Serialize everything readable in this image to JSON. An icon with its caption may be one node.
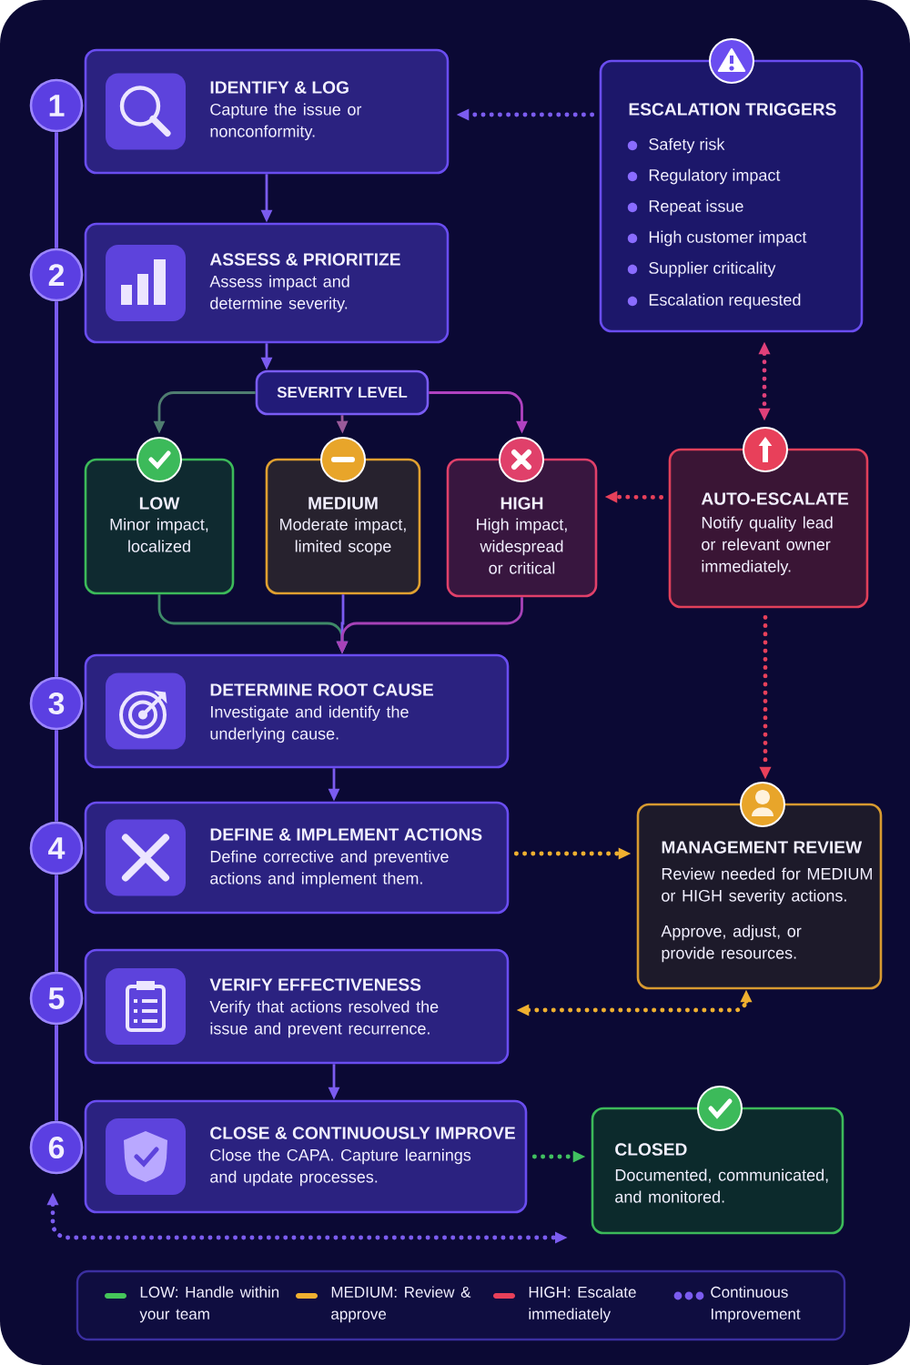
{
  "diagram": {
    "nodes": [
      {
        "text": [
          "1"
        ]
      },
      {
        "text": [
          "IDENTIFY & LOG",
          "Capture the issue or nonconformity."
        ]
      },
      {
        "text": [
          "ESCALATION TRIGGERS",
          "Safety risk",
          "Regulatory impact",
          "Repeat issue",
          "High customer impact",
          "Supplier criticality",
          "Escalation requested"
        ]
      },
      {
        "text": [
          "2"
        ]
      },
      {
        "text": [
          "ASSESS & PRIORITIZE",
          "Assess impact and determine severity."
        ]
      },
      {
        "text": [
          "SEVERITY LEVEL"
        ]
      },
      {
        "text": [
          "LOW",
          "Minor impact, localized"
        ]
      },
      {
        "text": [
          "MEDIUM",
          "Moderate impact, limited scope"
        ]
      },
      {
        "text": [
          "HIGH",
          "High impact, widespread or critical"
        ]
      },
      {
        "text": [
          "AUTO-ESCALATE",
          "Notify quality lead or relevant owner immediately."
        ]
      },
      {
        "text": [
          "3"
        ]
      },
      {
        "text": [
          "DETERMINE ROOT CAUSE",
          "Investigate and identify the underlying cause."
        ]
      },
      {
        "text": [
          "4"
        ]
      },
      {
        "text": [
          "DEFINE & IMPLEMENT ACTIONS",
          "Define corrective and preventive actions and implement them."
        ]
      },
      {
        "text": [
          "MANAGEMENT REVIEW",
          "Review needed for MEDIUM or HIGH severity actions.",
          "Approve, adjust, or provide resources."
        ]
      },
      {
        "text": [
          "5"
        ]
      },
      {
        "text": [
          "VERIFY EFFECTIVENESS",
          "Verify that actions resolved the issue and prevent recurrence."
        ]
      },
      {
        "text": [
          "6"
        ]
      },
      {
        "text": [
          "CLOSE & CONTINUOUSLY IMPROVE",
          "Close the CAPA. Capture learnings and update processes."
        ]
      },
      {
        "text": [
          "CLOSED",
          "Documented, communicated, and monitored."
        ]
      }
    ],
    "edges": [
      {
        "from": 1,
        "to": 4,
        "arrow": "to"
      },
      {
        "from": 2,
        "to": 1,
        "arrow": "to",
        "style": "dashed"
      },
      {
        "from": 4,
        "to": 5,
        "arrow": "to"
      },
      {
        "from": 5,
        "to": 6,
        "arrow": "to",
        "color": "#4f7d70"
      },
      {
        "from": 5,
        "to": 7,
        "arrow": "to",
        "color": "#9a5a9a"
      },
      {
        "from": 5,
        "to": 8,
        "arrow": "to",
        "color": "#b042c0"
      },
      {
        "from": 6,
        "to": 11,
        "arrow": "to",
        "color": "#3f8a68"
      },
      {
        "from": 7,
        "to": 11,
        "arrow": "to"
      },
      {
        "from": 8,
        "to": 11,
        "arrow": "to",
        "color": "#a742b8"
      },
      {
        "from": 2,
        "to": 9,
        "arrow": "both",
        "style": "dashed",
        "color": "#e0407a"
      },
      {
        "from": 9,
        "to": 8,
        "arrow": "to",
        "style": "dashed",
        "color": "#e8405a"
      },
      {
        "from": 9,
        "to": 14,
        "arrow": "to",
        "style": "dashed",
        "color": "#e8405a"
      },
      {
        "from": 11,
        "to": 13,
        "arrow": "to"
      },
      {
        "from": 13,
        "to": 14,
        "arrow": "to",
        "style": "dashed",
        "color": "#f0b030"
      },
      {
        "from": 14,
        "to": 16,
        "arrow": "both",
        "style": "dashed",
        "color": "#f0b030"
      },
      {
        "from": 16,
        "to": 18,
        "arrow": "to"
      },
      {
        "from": 18,
        "to": 19,
        "arrow": "to",
        "style": "dashed",
        "color": "#40c060"
      },
      {
        "from": 17,
        "to": null,
        "arrow": "both",
        "style": "dashed"
      },
      {
        "from": 0,
        "to": 3,
        "arrow": "none"
      },
      {
        "from": 3,
        "to": 10,
        "arrow": "none"
      },
      {
        "from": 10,
        "to": 12,
        "arrow": "none"
      },
      {
        "from": 12,
        "to": 15,
        "arrow": "none"
      },
      {
        "from": 15,
        "to": 17,
        "arrow": "none"
      }
    ],
    "legend": [
      {
        "text": "LOW: Handle within your team",
        "color": "#45c65a"
      },
      {
        "text": "MEDIUM: Review & approve",
        "color": "#f0b030"
      },
      {
        "text": "HIGH: Escalate immediately",
        "color": "#e8405a"
      },
      {
        "text": "Continuous Improvement"
      }
    ]
  }
}
